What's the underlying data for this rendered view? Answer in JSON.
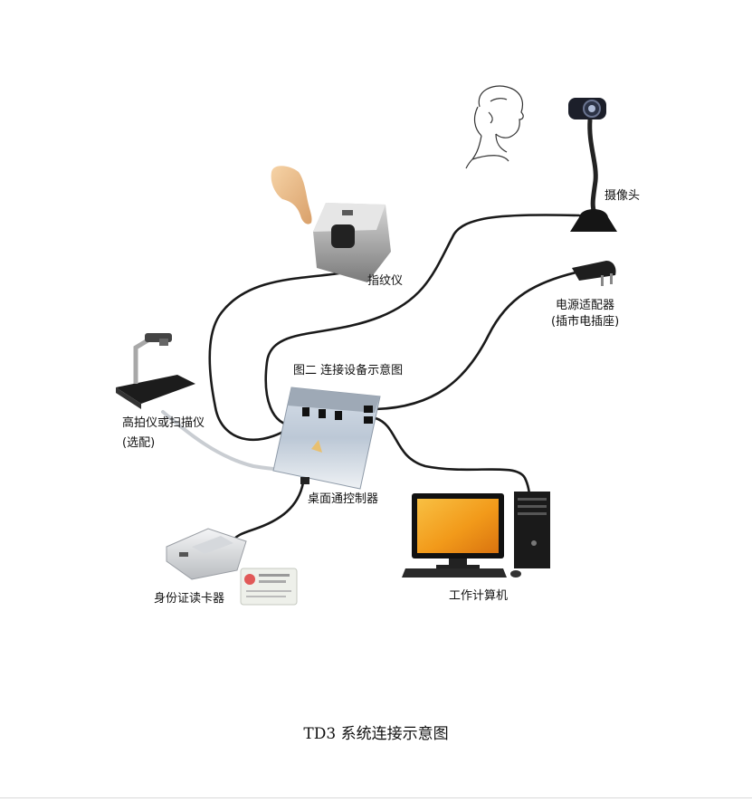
{
  "figure_title": "图二  连接设备示意图",
  "caption": "TD3 系统连接示意图",
  "devices": {
    "camera": "摄像头",
    "fingerprint": "指纹仪",
    "power_adapter": "电源适配器",
    "power_socket": "(插市电插座)",
    "scanner": "高拍仪或扫描仪",
    "scanner_optional": "(选配)",
    "controller": "桌面通控制器",
    "id_reader": "身份证读卡器",
    "computer": "工作计算机"
  },
  "colors": {
    "cable": "#1a1a1a",
    "usb_cable": "#c9cdd2",
    "monitor_screen": "#f2a21a",
    "controller_body": "#c4d0dc"
  }
}
